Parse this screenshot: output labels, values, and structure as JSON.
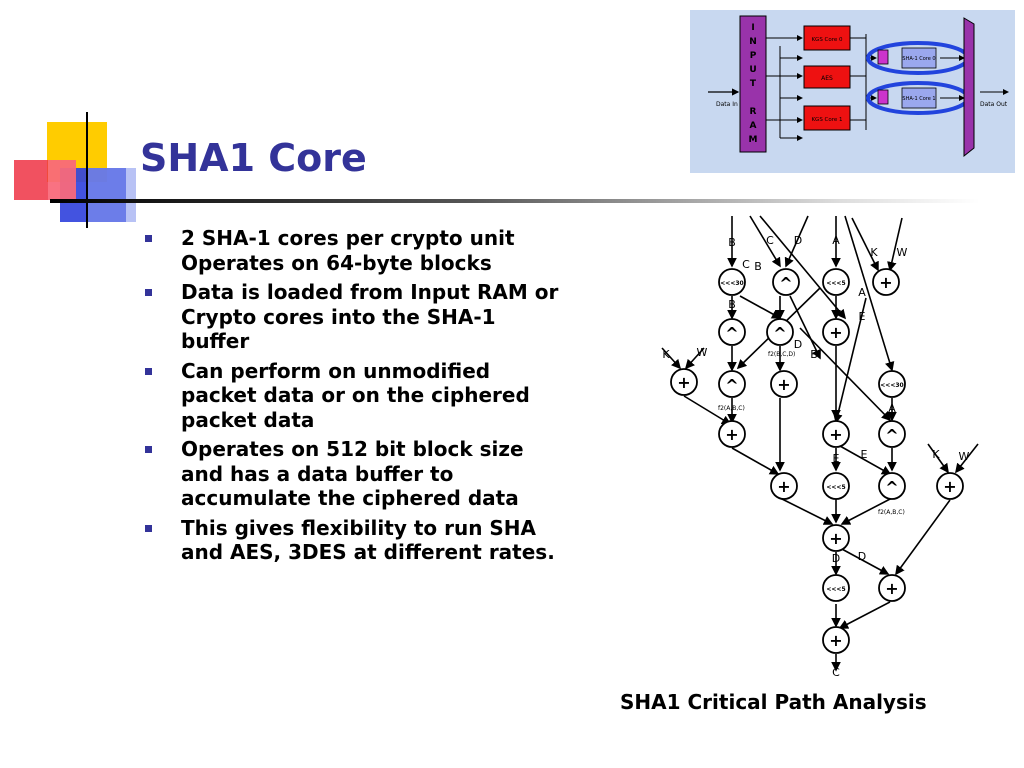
{
  "slide": {
    "title": "SHA1 Core",
    "bullets": [
      "2 SHA-1 cores per crypto unit Operates on 64-byte blocks",
      "Data is loaded from Input RAM or Crypto cores into the SHA-1 buffer",
      "Can perform on unmodified packet data or on the ciphered packet data",
      "Operates on 512 bit block size and has a data buffer to accumulate the ciphered data",
      "This gives flexibility to run SHA and AES, 3DES at different rates."
    ],
    "caption": "SHA1 Critical Path Analysis"
  },
  "block_diagram": {
    "input_ram_letters": [
      "I",
      "N",
      "P",
      "U",
      "T",
      "",
      "R",
      "A",
      "M"
    ],
    "blocks": [
      "KGS Core 0",
      "AES",
      "KGS Core 1"
    ],
    "sha_cores": [
      "SHA-1 Core 0",
      "SHA-1 Core 1"
    ],
    "data_in": "Data In",
    "data_out": "Data Out",
    "colors": {
      "ram": "#9933aa",
      "block": "#ee1111",
      "sha": "#2244dd",
      "background": "#c8d8f0"
    }
  },
  "path_diagram": {
    "inputs": [
      "B",
      "C",
      "D",
      "A",
      "K",
      "W",
      "K",
      "W",
      "K",
      "W"
    ],
    "labels": {
      "rot30": "<<<30",
      "rot5": "<<<5",
      "plus": "+",
      "xor": "^",
      "f2bcd": "f2(B,C,D)",
      "f2abc": "f2(A,B,C)",
      "f2ab": "f2(A,B,C)"
    },
    "signals": [
      "C",
      "B",
      "B",
      "A",
      "E",
      "D",
      "B",
      "A",
      "E",
      "E",
      "D",
      "D",
      "C"
    ]
  },
  "colors": {
    "title": "#333399",
    "bullet": "#333399"
  }
}
